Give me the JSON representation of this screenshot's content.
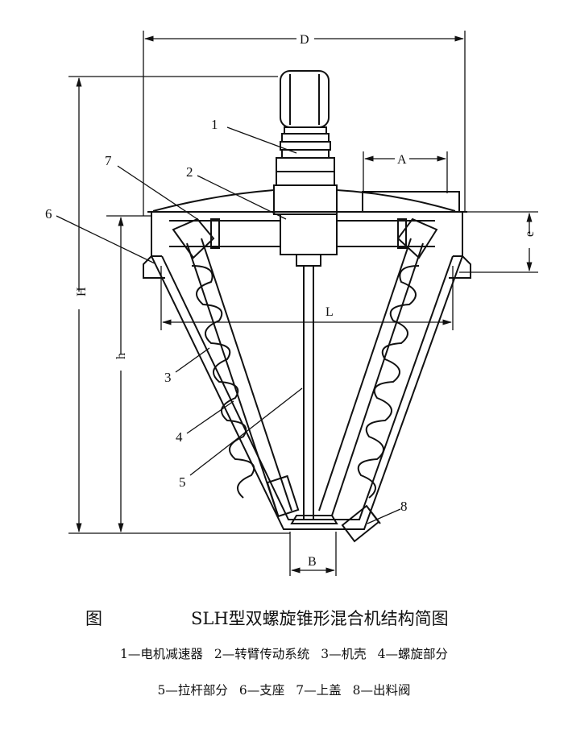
{
  "figure": {
    "prefix": "图",
    "title": "SLH型双螺旋锥形混合机结构简图"
  },
  "dimension_labels": {
    "D": "D",
    "A": "A",
    "H": "H",
    "h": "h",
    "e": "e",
    "L": "L",
    "B": "B"
  },
  "callouts": [
    "1",
    "2",
    "3",
    "4",
    "5",
    "6",
    "7",
    "8"
  ],
  "legend_line1": [
    "1—电机减速器",
    "2—转臂传动系统",
    "3—机壳",
    "4—螺旋部分"
  ],
  "legend_line2": [
    "5—拉杆部分",
    "6—支座",
    "7—上盖",
    "8—出料阀"
  ]
}
